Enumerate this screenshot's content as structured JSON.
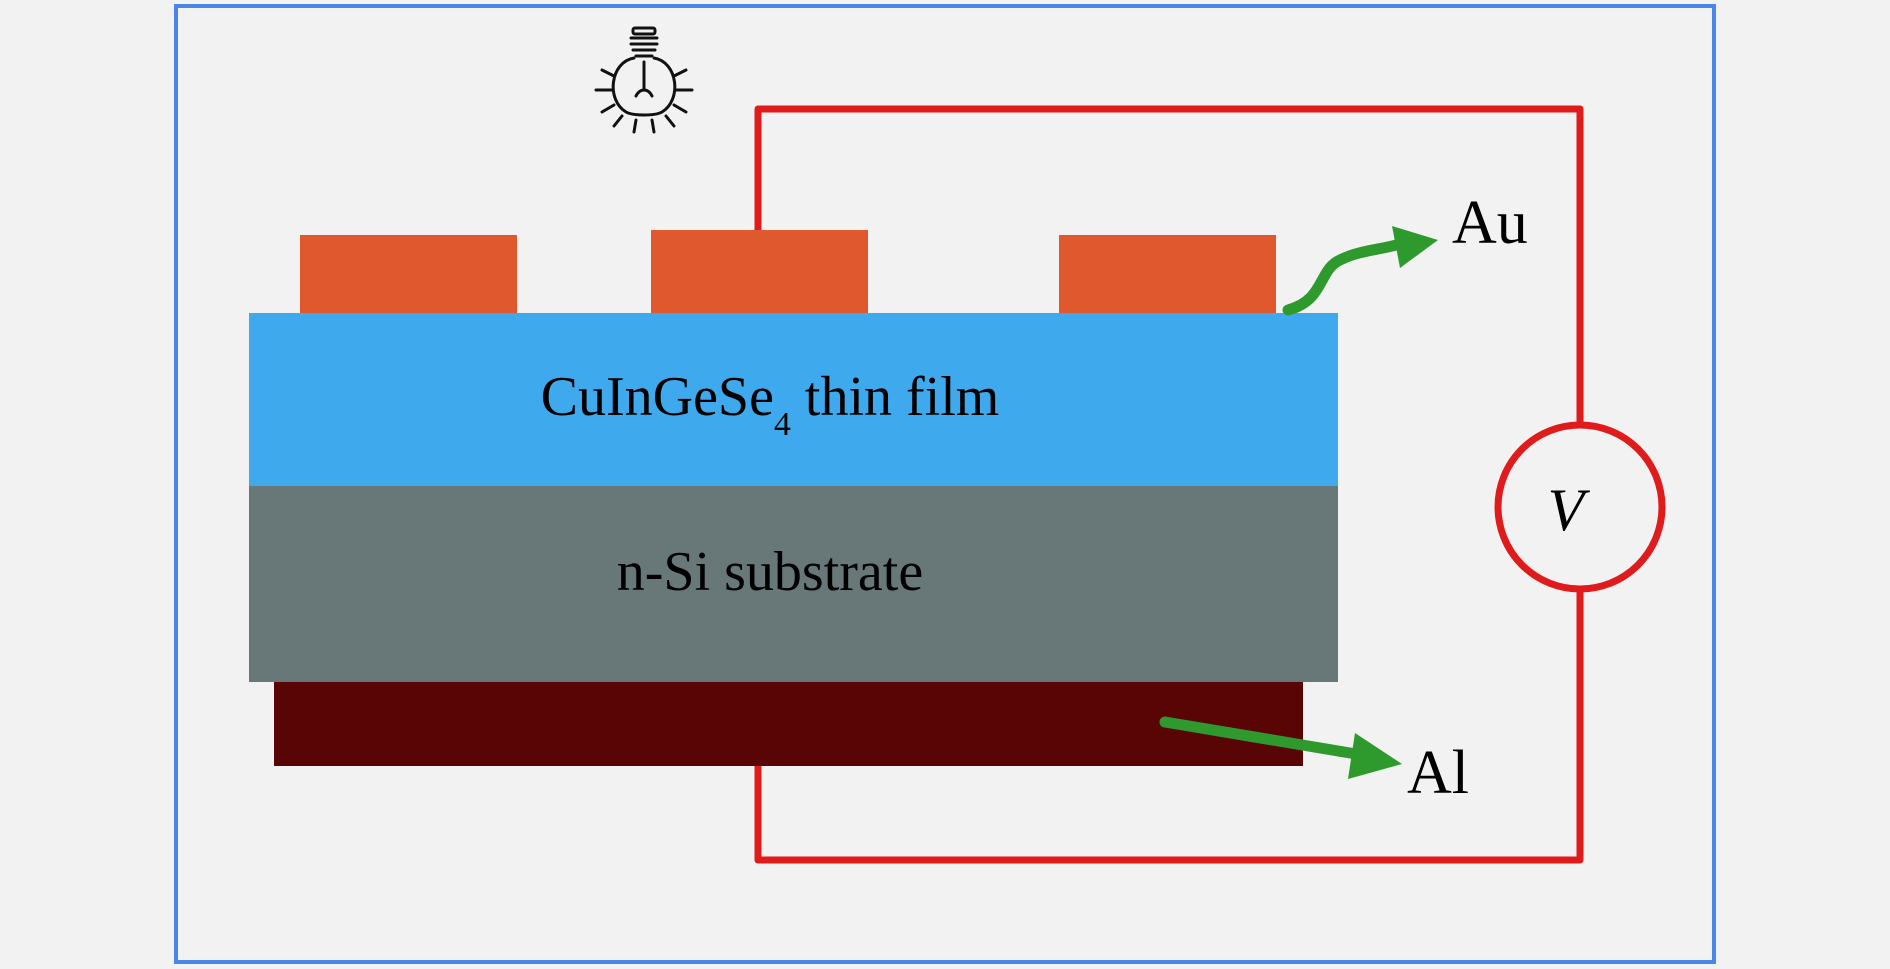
{
  "diagram": {
    "film_label": {
      "main": "CuInGeSe",
      "subscript": "4",
      "suffix": " thin film"
    },
    "substrate_label": "n-Si substrate",
    "top_contact_label": "Au",
    "bottom_contact_label": "Al",
    "voltmeter_label": "V",
    "light_icon": "light-bulb-icon",
    "colors": {
      "frame": "#4a86e8",
      "background": "#f2f2f2",
      "gold_contacts": "#e0592e",
      "thin_film": "#3fa9ed",
      "substrate": "#687879",
      "aluminum_contact": "#5a0505",
      "circuit_wire": "#e01b1b",
      "arrows": "#2e9a2e"
    }
  }
}
